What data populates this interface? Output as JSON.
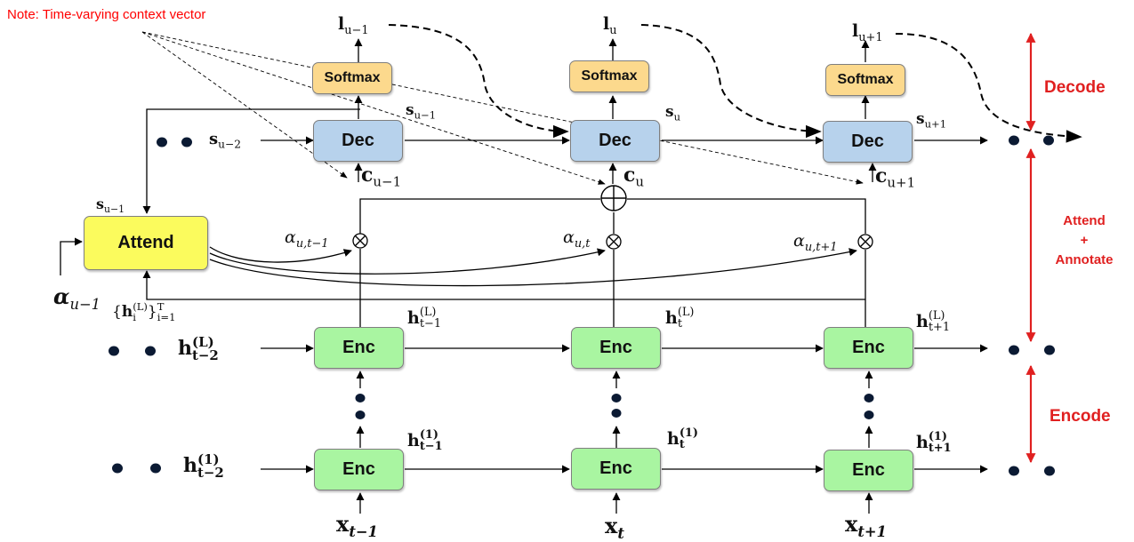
{
  "note": "Note: Time-varying context vector",
  "blocks": {
    "softmax": "Softmax",
    "dec": "Dec",
    "enc": "Enc",
    "attend": "Attend",
    "combine_symbol": "⊕",
    "multiply_symbol": "⊗"
  },
  "columns": [
    {
      "l": "u-1",
      "s": "u-1",
      "c": "u-1",
      "alpha": "u,t-1",
      "hL": "t-1",
      "h1": "t-1",
      "x": "t-1"
    },
    {
      "l": "u",
      "s": "u",
      "c": "u",
      "alpha": "u,t",
      "hL": "t",
      "h1": "t",
      "x": "t"
    },
    {
      "l": "u+1",
      "s": "u+1",
      "c": "u+1",
      "alpha": "u,t+1",
      "hL": "t+1",
      "h1": "t+1",
      "x": "t+1"
    }
  ],
  "left_labels": {
    "s_prev_sub": "u-2",
    "attend_state_sub": "u-1",
    "alpha_prev_sub": "u-1",
    "hL_prev_sub": "t-2",
    "h1_prev_sub": "t-2",
    "set_sub": "i",
    "set_sup": "(L)",
    "set_range_top": "T",
    "set_range_bot": "i=1",
    "layer_L": "(L)",
    "layer_1": "(1)"
  },
  "sections": {
    "decode": "Decode",
    "attend": "Attend",
    "plus": "+",
    "annotate": "Annotate",
    "encode": "Encode"
  },
  "colors": {
    "encoder": "#a9f5a1",
    "decoder": "#b7d2ec",
    "softmax": "#fcd98d",
    "attend": "#fbfb5d",
    "annotation_red": "#e02020"
  }
}
